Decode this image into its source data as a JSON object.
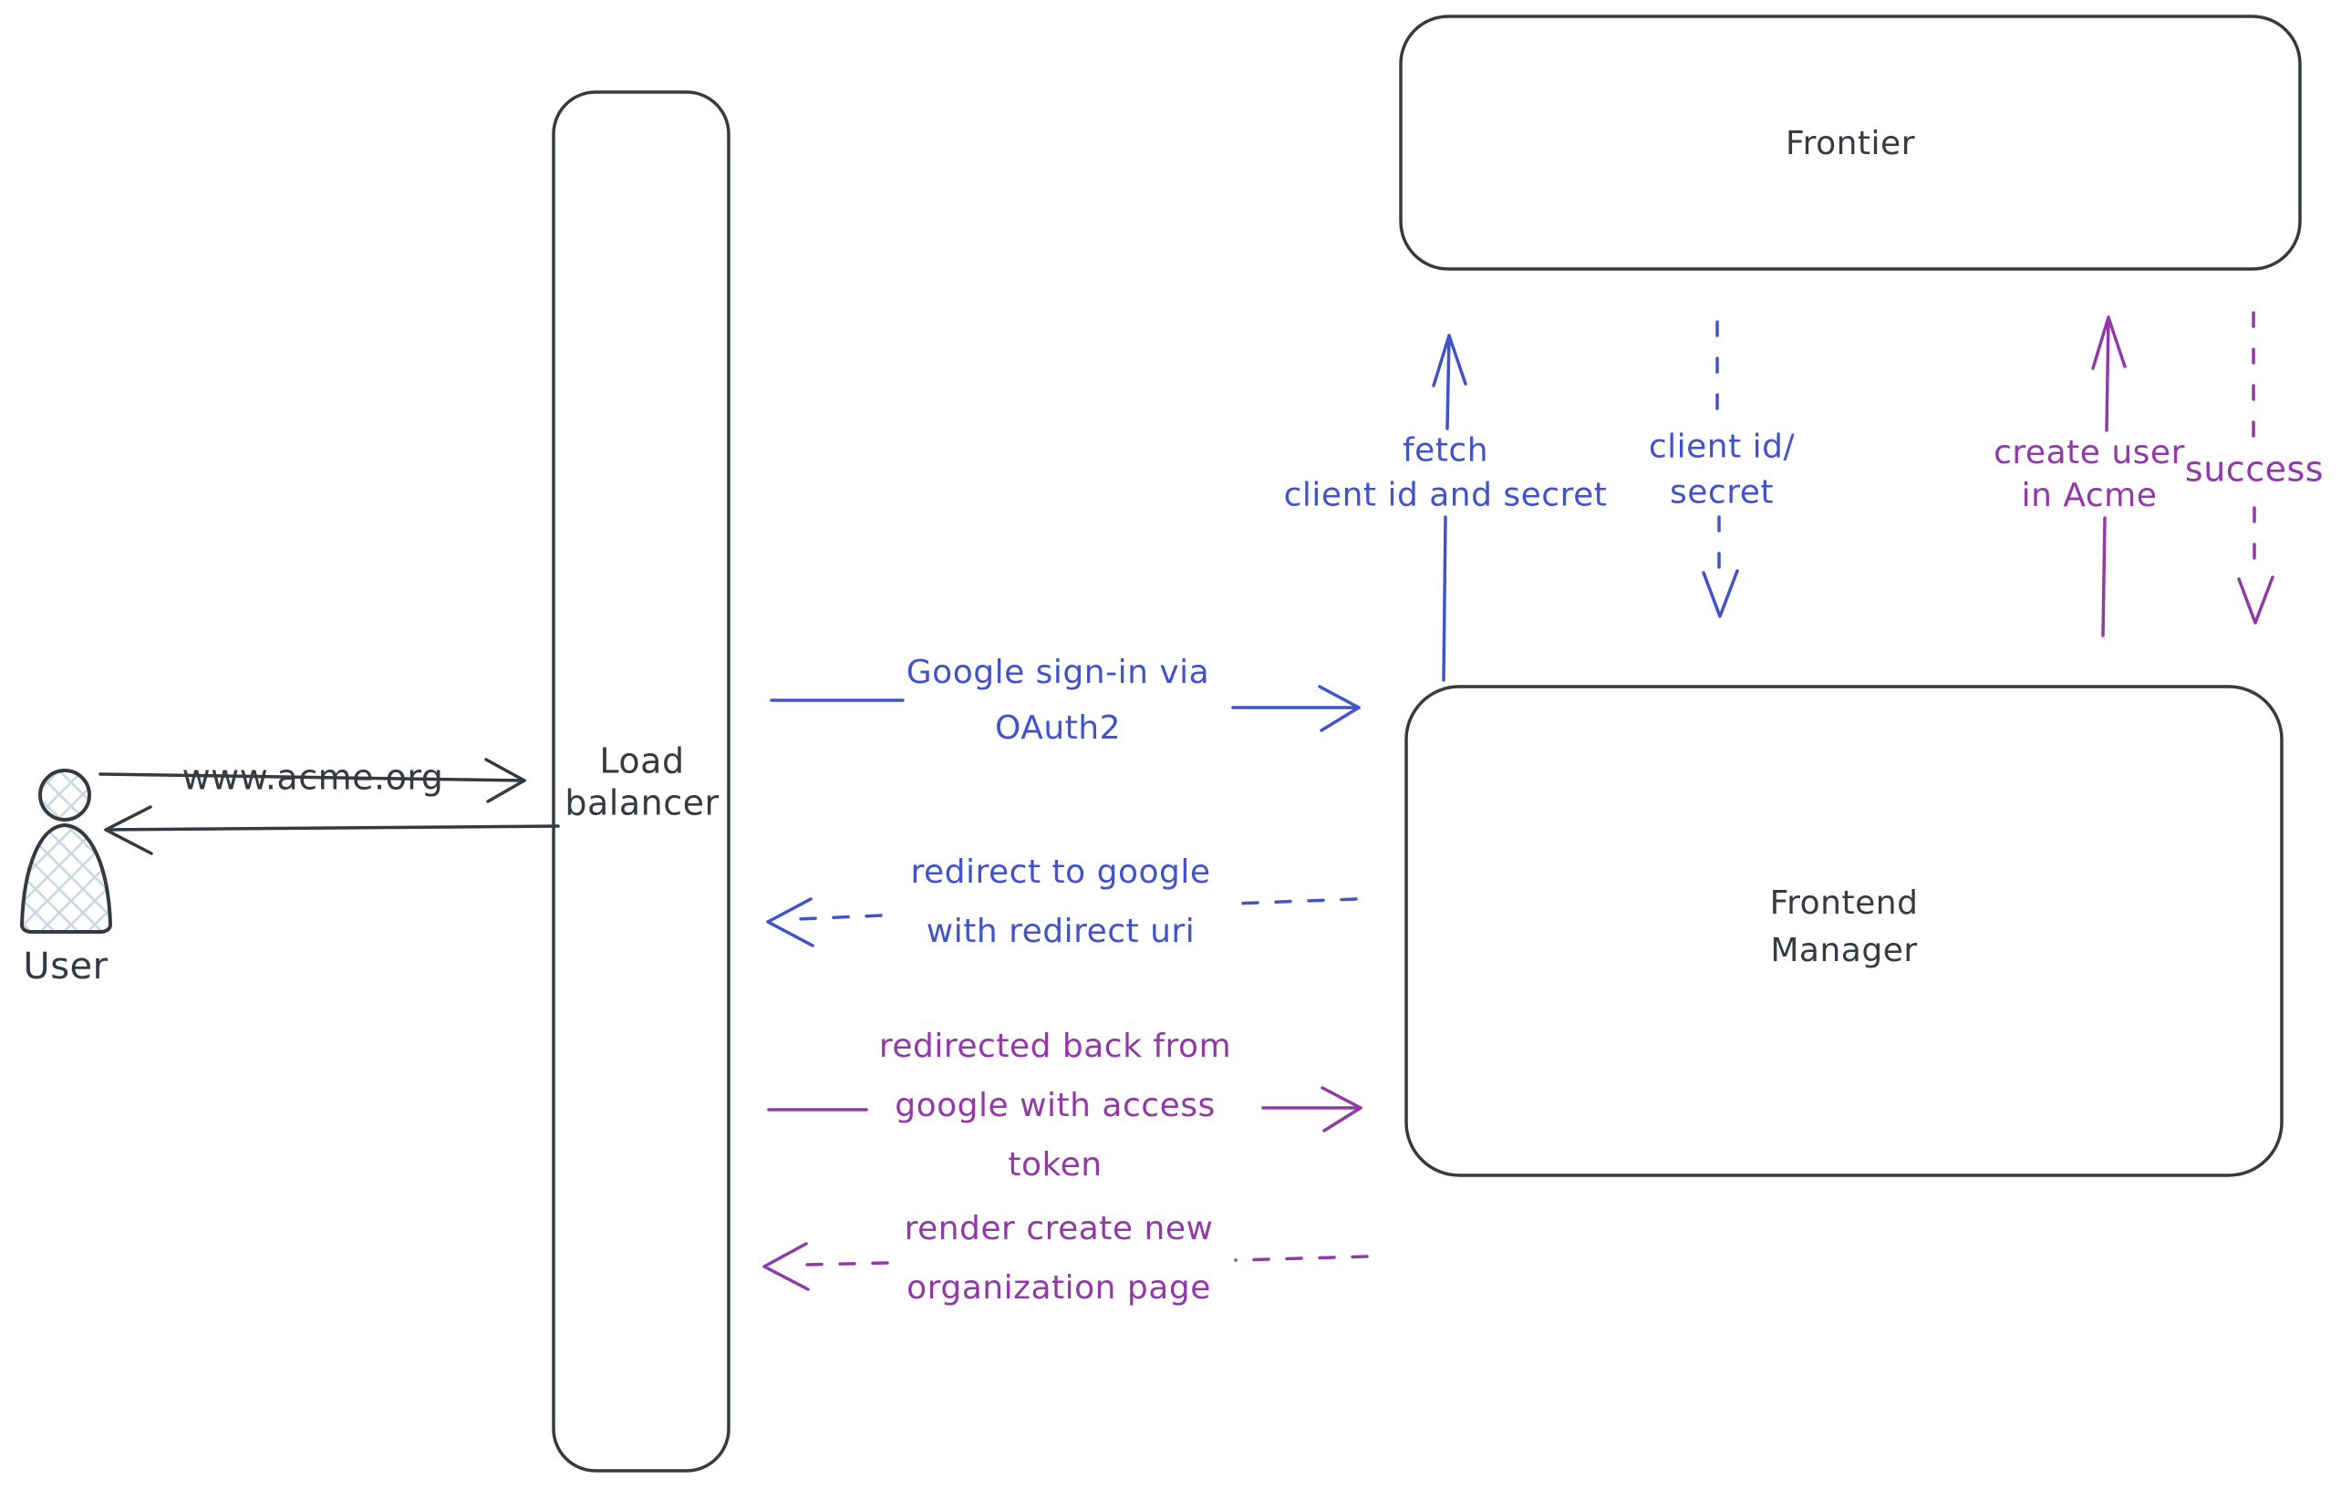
{
  "colors": {
    "ink": "#343a40",
    "blue": "#4153c7",
    "purple": "#9139a7",
    "hatch": "#ccd6e1",
    "background": "#ffffff"
  },
  "nodes": {
    "user": {
      "label": "User"
    },
    "load_balancer": {
      "label": "Load\nbalancer"
    },
    "frontier": {
      "label": "Frontier"
    },
    "frontend_manager": {
      "label": "Frontend\nManager"
    }
  },
  "edges": {
    "www_request": {
      "label": "www.acme.org",
      "style": "solid",
      "color": "ink",
      "from": "user",
      "to": "load_balancer"
    },
    "www_response": {
      "label": "",
      "style": "solid",
      "color": "ink",
      "from": "load_balancer",
      "to": "user"
    },
    "google_signin": {
      "label": "Google sign-in via\nOAuth2",
      "style": "solid",
      "color": "blue",
      "from": "load_balancer",
      "to": "frontend_manager"
    },
    "redirect_google": {
      "label": "redirect to google\nwith redirect uri",
      "style": "dashed",
      "color": "blue",
      "from": "frontend_manager",
      "to": "load_balancer"
    },
    "fetch_client": {
      "label": "fetch\nclient id and secret",
      "style": "solid",
      "color": "blue",
      "from": "frontend_manager",
      "to": "frontier"
    },
    "client_id_secret": {
      "label": "client id/\nsecret",
      "style": "dashed",
      "color": "blue",
      "from": "frontier",
      "to": "frontend_manager"
    },
    "create_user": {
      "label": "create user\nin Acme",
      "style": "solid",
      "color": "purple",
      "from": "frontend_manager",
      "to": "frontier"
    },
    "success": {
      "label": "success",
      "style": "dashed",
      "color": "purple",
      "from": "frontier",
      "to": "frontend_manager"
    },
    "redirected_back": {
      "label": "redirected back from\ngoogle with access\ntoken",
      "style": "solid",
      "color": "purple",
      "from": "load_balancer",
      "to": "frontend_manager"
    },
    "render_org_page": {
      "label": "render create new\norganization page",
      "style": "dashed",
      "color": "purple",
      "from": "frontend_manager",
      "to": "load_balancer"
    }
  }
}
